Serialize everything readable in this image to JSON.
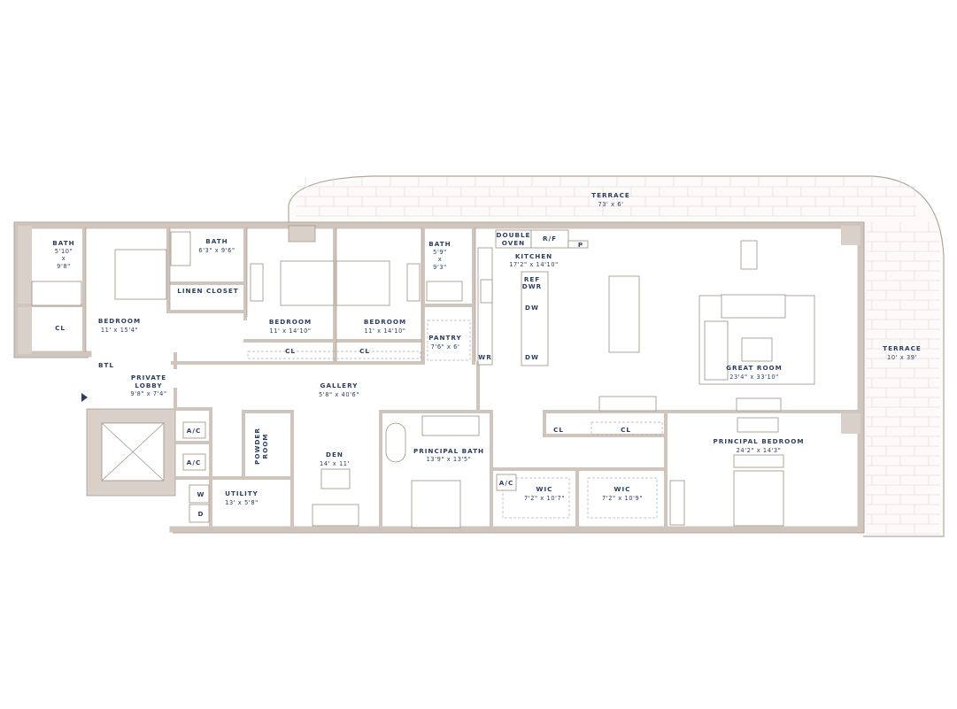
{
  "colors": {
    "label": "#2c3d63",
    "wall": "#cfc5bc",
    "wall_outline": "#9c8f84",
    "terrace_lines": "#e4ded8"
  },
  "entry_icon": "entry-arrow-icon",
  "rooms": {
    "terrace_top": {
      "name": "TERRACE",
      "dims": "73' x 6'"
    },
    "terrace_right": {
      "name": "TERRACE",
      "dims": "10' x 39'"
    },
    "bath_1": {
      "name": "BATH",
      "dims_a": "5'10\"",
      "x": "x",
      "dims_b": "9'8\""
    },
    "bath_2": {
      "name": "BATH",
      "dims": "6'3\" x 9'6\""
    },
    "linen_closet": {
      "name": "LINEN CLOSET"
    },
    "bedroom_1": {
      "name": "BEDROOM",
      "dims": "11' x 15'4\""
    },
    "cl_1": {
      "name": "CL"
    },
    "bedroom_2": {
      "name": "BEDROOM",
      "dims": "11' x 14'10\""
    },
    "bedroom_3": {
      "name": "BEDROOM",
      "dims": "11' x 14'10\""
    },
    "cl_2": {
      "name": "CL"
    },
    "cl_3": {
      "name": "CL"
    },
    "bath_3": {
      "name": "BATH",
      "dims_a": "5'9\"",
      "x": "x",
      "dims_b": "9'3\""
    },
    "pantry": {
      "name": "PANTRY",
      "dims": "7'6\" x 6'"
    },
    "wr": {
      "name": "WR"
    },
    "double_oven": {
      "line1": "DOUBLE",
      "line2": "OVEN"
    },
    "rf": {
      "name": "R/F"
    },
    "p": {
      "name": "P"
    },
    "kitchen": {
      "name": "KITCHEN",
      "dims": "17'2\" x 14'10\""
    },
    "ref_dwr": {
      "line1": "REF",
      "line2": "DWR"
    },
    "dw_1": {
      "name": "DW"
    },
    "dw_2": {
      "name": "DW"
    },
    "great_room": {
      "name": "GREAT ROOM",
      "dims": "23'4\" x 33'10\""
    },
    "btl": {
      "name": "BTL"
    },
    "private_lobby": {
      "line1": "PRIVATE",
      "line2": "LOBBY",
      "dims": "9'8\" x 7'4\""
    },
    "gallery": {
      "name": "GALLERY",
      "dims": "5'8\" x 40'6\""
    },
    "ac_1": {
      "name": "A/C"
    },
    "ac_2": {
      "name": "A/C"
    },
    "ac_3": {
      "name": "A/C"
    },
    "washer": {
      "name": "W"
    },
    "dryer": {
      "name": "D"
    },
    "powder_room": {
      "line1": "POWDER",
      "line2": "ROOM"
    },
    "den": {
      "name": "DEN",
      "dims": "14' x 11'"
    },
    "utility": {
      "name": "UTILITY",
      "dims": "13' x 5'8\""
    },
    "principal_bath": {
      "name": "PRINCIPAL BATH",
      "dims": "13'9\" x 13'5\""
    },
    "wic_1": {
      "name": "WIC",
      "dims": "7'2\" x 10'7\""
    },
    "wic_2": {
      "name": "WIC",
      "dims": "7'2\" x 10'9\""
    },
    "cl_4": {
      "name": "CL"
    },
    "cl_5": {
      "name": "CL"
    },
    "principal_bedroom": {
      "name": "PRINCIPAL BEDROOM",
      "dims": "24'2\" x 14'3\""
    }
  }
}
